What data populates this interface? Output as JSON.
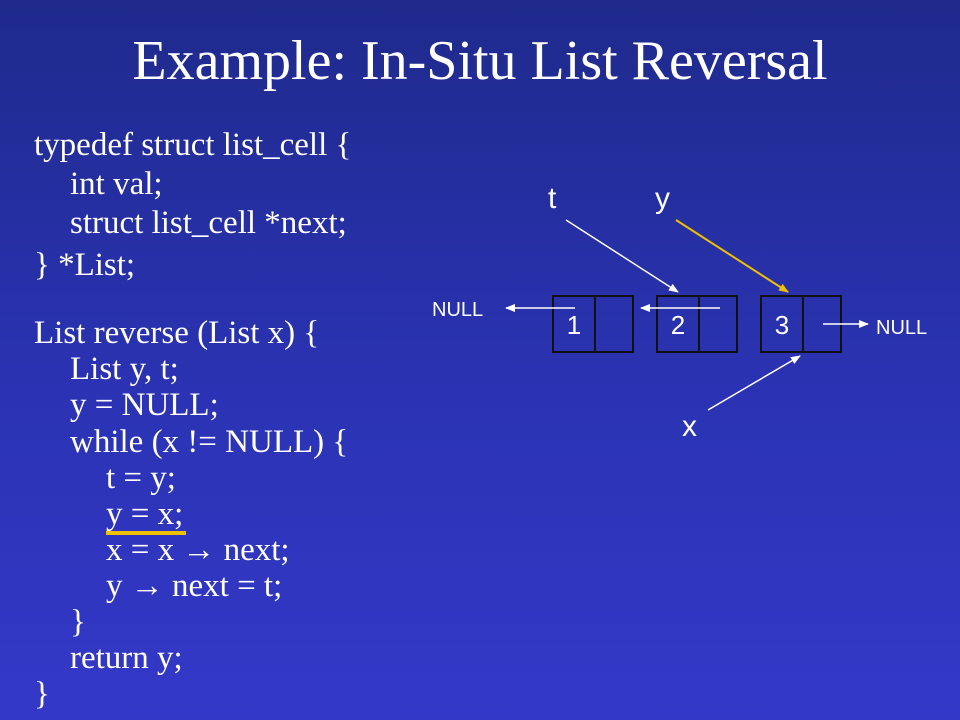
{
  "slide": {
    "title": "Example: In-Situ List Reversal"
  },
  "code": {
    "typedef_lines": [
      "typedef struct list_cell {",
      "int val;",
      "struct list_cell *next;",
      "} *List;"
    ],
    "function_lines": [
      "List reverse (List x) {",
      "List y, t;",
      "y = NULL;",
      "while (x != NULL) {",
      "t = y;",
      "y = x;",
      "x = x → next;",
      "y → next = t;",
      "}",
      "return y;",
      "}"
    ],
    "highlighted_line": "y = x;"
  },
  "diagram": {
    "cells": [
      "1",
      "2",
      "3"
    ],
    "null_left": "NULL",
    "null_right": "NULL",
    "pointer_t": "t",
    "pointer_y": "y",
    "pointer_x": "x"
  },
  "colors": {
    "background": "#2b33b4",
    "text": "#ffffff",
    "highlight": "#f0c000",
    "cell_border": "#111111"
  }
}
